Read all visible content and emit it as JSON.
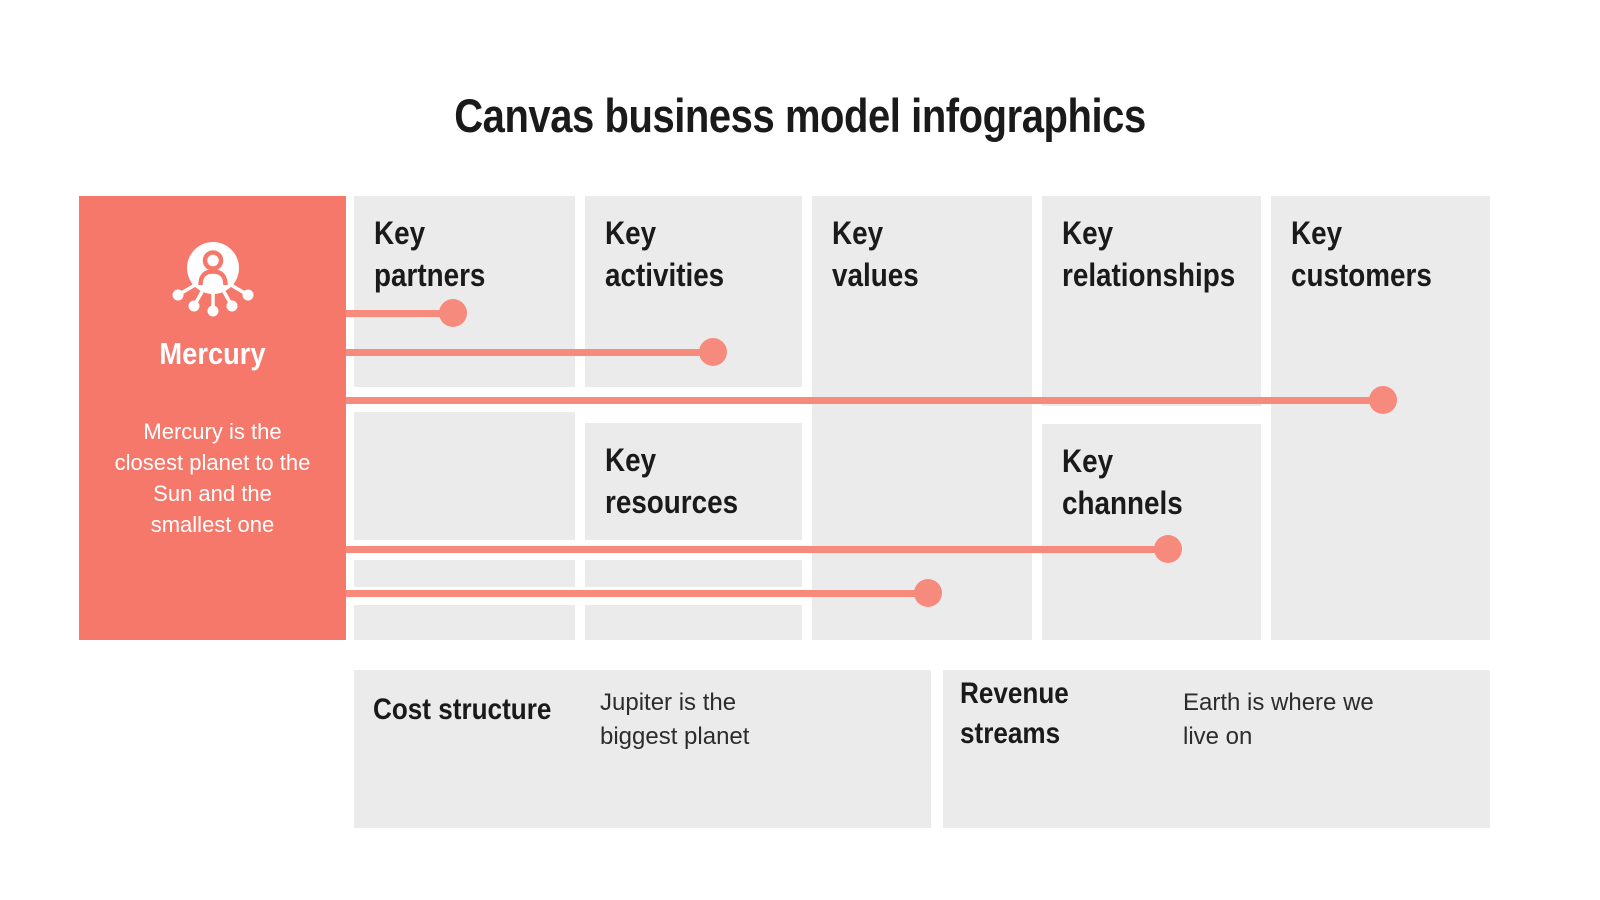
{
  "title": "Canvas business model infographics",
  "card": {
    "icon": "people-network-icon",
    "heading": "Mercury",
    "description": "Mercury is the closest planet to the Sun and the smallest one"
  },
  "boxes": {
    "key_partners": {
      "label": "Key partners"
    },
    "key_activities": {
      "label": "Key activities"
    },
    "key_values": {
      "label": "Key values"
    },
    "key_relationships": {
      "label": "Key relationships"
    },
    "key_customers": {
      "label": "Key customers"
    },
    "key_resources": {
      "label": "Key resources"
    },
    "key_channels": {
      "label": "Key channels"
    }
  },
  "bottom": {
    "cost": {
      "label": "Cost structure",
      "text": "Jupiter is the biggest planet"
    },
    "revenue": {
      "label": "Revenue streams",
      "text": "Earth is where we live on"
    }
  },
  "connectors": [
    {
      "target": "key-partners"
    },
    {
      "target": "key-activities"
    },
    {
      "target": "key-customers"
    },
    {
      "target": "key-channels"
    },
    {
      "target": "key-values"
    }
  ],
  "colors": {
    "accent_coral": "#F5786B",
    "connector_coral": "#F68A7C",
    "box_gray": "#EBEBEB",
    "background": "#FFFFFF",
    "text_dark": "#1A1A1A"
  }
}
